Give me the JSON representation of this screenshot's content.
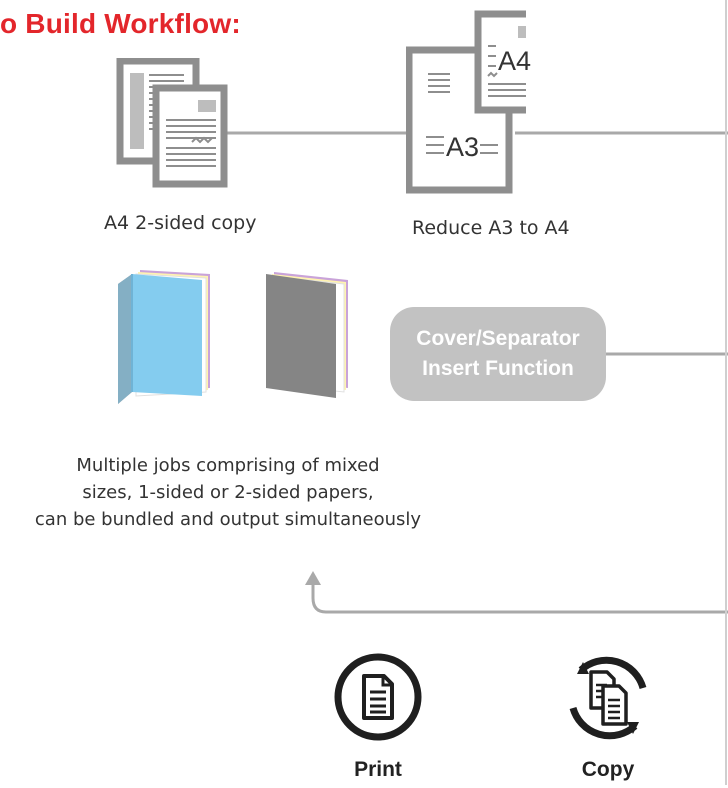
{
  "title": "o Build Workflow:",
  "items": {
    "a4_copy": {
      "caption": "A4 2-sided copy"
    },
    "reduce": {
      "caption": "Reduce A3 to A4",
      "big_sheet_label": "A3",
      "small_sheet_label": "A4"
    }
  },
  "cover_separator": {
    "line1": "Cover/Separator",
    "line2": "Insert Function"
  },
  "description": [
    "Multiple jobs comprising of mixed",
    "sizes, 1-sided or 2-sided papers,",
    "can be bundled and output simultaneously"
  ],
  "functions": [
    {
      "label": "Print",
      "icon": "print-icon"
    },
    {
      "label": "Copy",
      "icon": "copy-icon"
    }
  ],
  "colors": {
    "title": "#e3262b",
    "frame": "#8e8e8e",
    "connector": "#a9a9a9",
    "pill": "#c2c2c2",
    "booklet_cover": "#84ccef",
    "booklet_back": "#858585"
  }
}
